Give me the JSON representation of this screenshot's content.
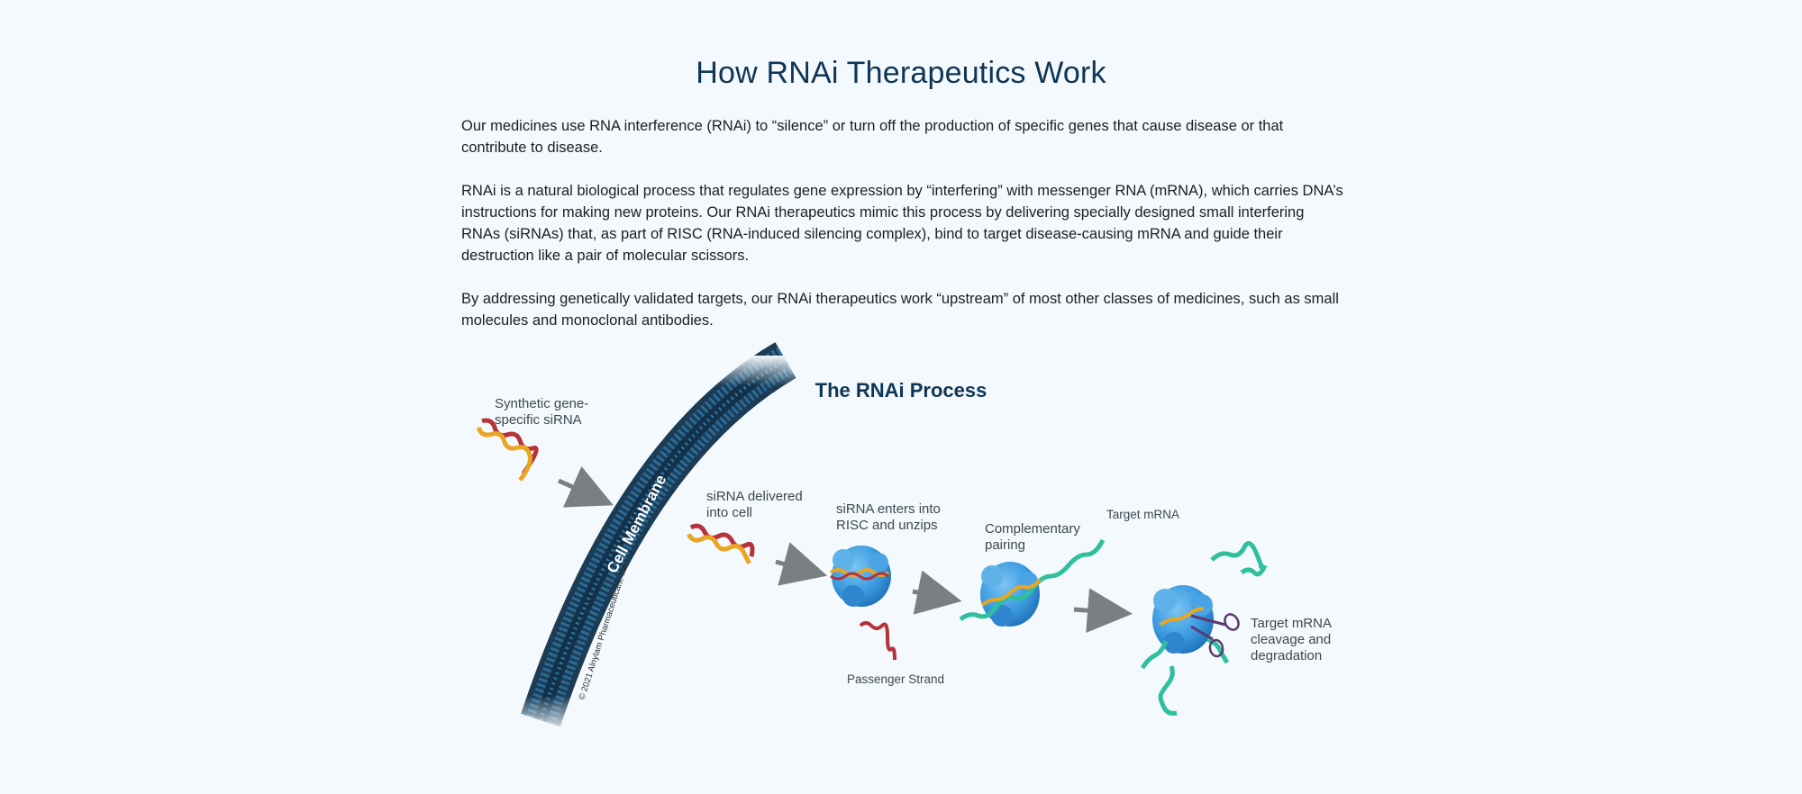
{
  "page": {
    "title": "How RNAi Therapeutics Work",
    "paragraphs": [
      "Our medicines use RNA interference (RNAi) to “silence” or turn off the production of specific genes that cause disease or that contribute to disease.",
      "RNAi is a natural biological process that regulates gene expression by “interfering” with messenger RNA (mRNA), which carries DNA’s instructions for making new proteins. Our RNAi therapeutics mimic this process by delivering specially designed small interfering RNAs (siRNAs) that, as part of RISC (RNA-induced silencing complex), bind to target disease-causing mRNA and guide their destruction like a pair of molecular scissors.",
      "By addressing genetically validated targets, our RNAi therapeutics work “upstream” of most other classes of medicines, such as small molecules and monoclonal antibodies."
    ]
  },
  "diagram": {
    "heading": "The RNAi Process",
    "membrane_label": "Cell Membrane",
    "copyright": "© 2021 Alnylam Pharmaceuticals, Inc.",
    "labels": {
      "synthetic_1": "Synthetic gene-",
      "synthetic_2": "specific siRNA",
      "delivered_1": "siRNA delivered",
      "delivered_2": "into cell",
      "risc_1": "siRNA enters into",
      "risc_2": "RISC and unzips",
      "pairing_1": "Complementary",
      "pairing_2": "pairing",
      "target": "Target mRNA",
      "cleavage_1": "Target mRNA",
      "cleavage_2": "cleavage and",
      "cleavage_3": "degradation",
      "passenger": "Passenger Strand"
    },
    "colors": {
      "heading": "#0f3556",
      "membrane": "#1c5478",
      "sirna_gold": "#e8a623",
      "sirna_red": "#b5323a",
      "risc_blue": "#3b9be0",
      "mrna_teal": "#2fbf9e",
      "arrow_gray": "#7a7f83",
      "scissors": "#5b3a6e"
    }
  }
}
